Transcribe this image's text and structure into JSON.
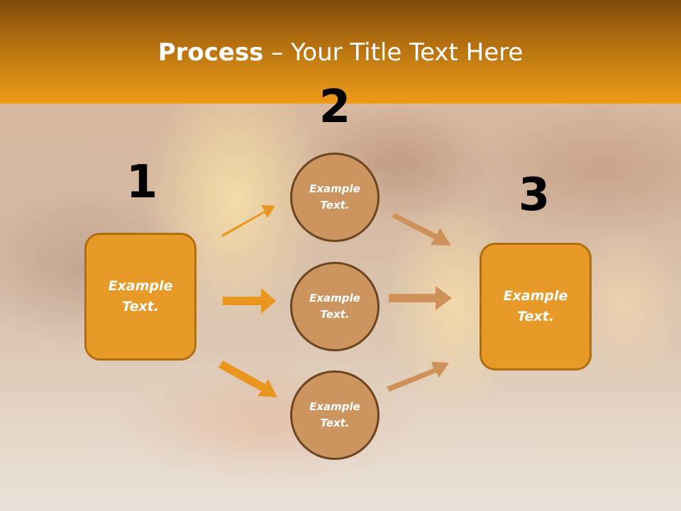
{
  "title": {
    "bold": "Process",
    "rest": " – Your Title Text Here"
  },
  "steps": [
    {
      "number": "1",
      "box_label": "Example Text."
    },
    {
      "number": "2",
      "circle_labels": [
        "Example Text.",
        "Example Text.",
        "Example Text."
      ]
    },
    {
      "number": "3",
      "box_label": "Example Text."
    }
  ],
  "colors": {
    "title_bar": "#d08614",
    "box_fill": "#e89a28",
    "circle_fill": "#cc9560",
    "left_arrows": "#e8961e",
    "right_arrows": "#cf915a"
  },
  "icons": [
    "arrow-right-icon"
  ]
}
